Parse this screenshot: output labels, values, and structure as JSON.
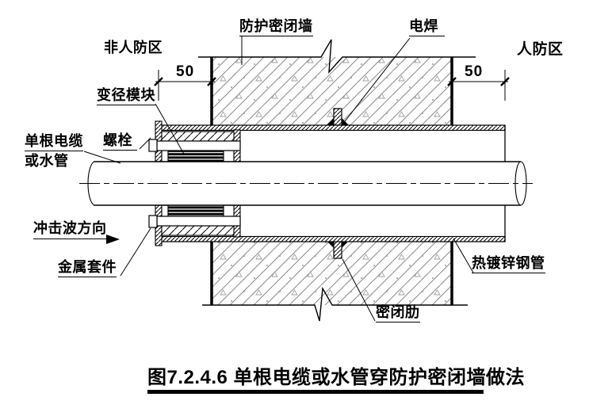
{
  "figure": {
    "title": "图7.2.4.6 单根电缆或水管穿防护密闭墙做法",
    "zones": {
      "left": "非人防区",
      "right": "人防区"
    },
    "dimensions": {
      "left_offset": "50",
      "right_offset": "50"
    },
    "callouts": {
      "wall": "防护密闭墙",
      "weld": "电焊",
      "reducer_module": "变径模块",
      "bolt": "螺栓",
      "cable_line1": "单根电缆",
      "cable_line2": "或水管",
      "shockwave": "冲击波方向",
      "metal_sleeve": "金属套件",
      "steel_pipe": "热镀锌钢管",
      "seal_rib": "密闭肋"
    },
    "colors": {
      "line": "#000000",
      "hatch_gray": "#8a8a8a",
      "background": "#ffffff"
    }
  }
}
